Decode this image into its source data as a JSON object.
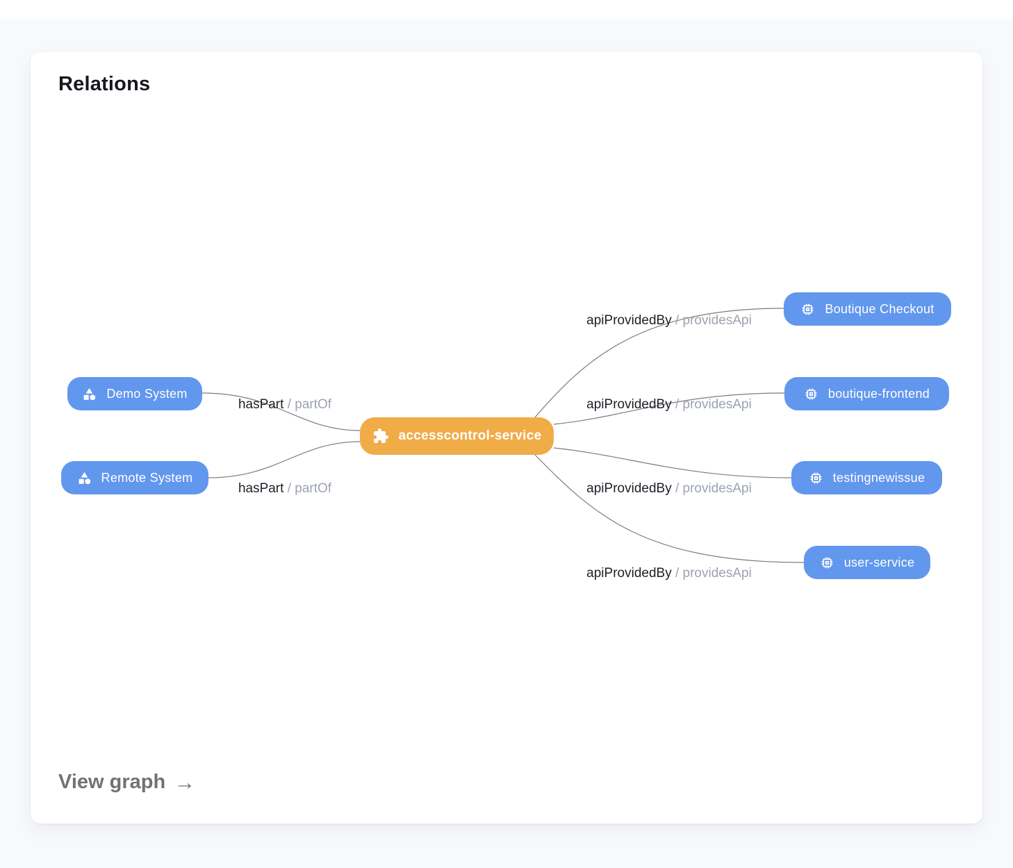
{
  "page": {
    "title": "Relations",
    "view_graph_label": "View graph",
    "view_graph_arrow": "→"
  },
  "colors": {
    "component_node": "#f0ac47",
    "related_node": "#6297ee",
    "edge_stroke": "#7b7b7b",
    "edge_label_primary": "#1c1f27",
    "edge_label_secondary": "#9ca3af"
  },
  "graph": {
    "center_node": {
      "label": "accesscontrol-service",
      "icon": "puzzle-extension-icon",
      "kind": "component"
    },
    "left_nodes": [
      {
        "label": "Demo System",
        "icon": "system-category-icon",
        "kind": "system"
      },
      {
        "label": "Remote System",
        "icon": "system-category-icon",
        "kind": "system"
      }
    ],
    "right_nodes": [
      {
        "label": "Boutique Checkout",
        "icon": "api-chip-icon",
        "kind": "api"
      },
      {
        "label": "boutique-frontend",
        "icon": "api-chip-icon",
        "kind": "api"
      },
      {
        "label": "testingnewissue",
        "icon": "api-chip-icon",
        "kind": "api"
      },
      {
        "label": "user-service",
        "icon": "api-chip-icon",
        "kind": "api"
      }
    ],
    "edges": [
      {
        "from": "Demo System",
        "to": "accesscontrol-service",
        "label_primary": "hasPart",
        "label_secondary": "/ partOf"
      },
      {
        "from": "Remote System",
        "to": "accesscontrol-service",
        "label_primary": "hasPart",
        "label_secondary": "/ partOf"
      },
      {
        "from": "accesscontrol-service",
        "to": "Boutique Checkout",
        "label_primary": "apiProvidedBy",
        "label_secondary": "/ providesApi"
      },
      {
        "from": "accesscontrol-service",
        "to": "boutique-frontend",
        "label_primary": "apiProvidedBy",
        "label_secondary": "/ providesApi"
      },
      {
        "from": "accesscontrol-service",
        "to": "testingnewissue",
        "label_primary": "apiProvidedBy",
        "label_secondary": "/ providesApi"
      },
      {
        "from": "accesscontrol-service",
        "to": "user-service",
        "label_primary": "apiProvidedBy",
        "label_secondary": "/ providesApi"
      }
    ]
  }
}
